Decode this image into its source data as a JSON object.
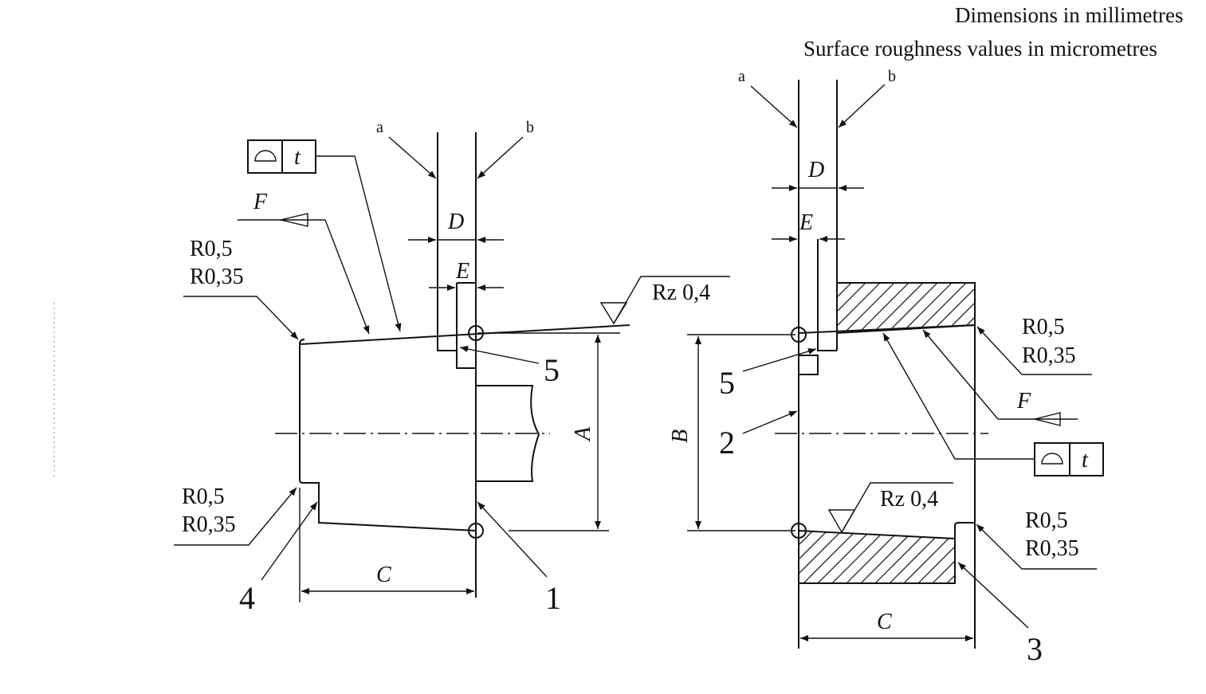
{
  "header": {
    "dimensions_note": "Dimensions in millimetres",
    "roughness_note": "Surface roughness values in micrometres"
  },
  "left_view": {
    "dim_A": "A",
    "dim_C": "C",
    "dim_D": "D",
    "dim_E": "E",
    "force": "F",
    "tolerance_symbol": "profile-of-surface-icon",
    "tolerance_value": "t",
    "roughness": "Rz 0,4",
    "radius_top_1": "R0,5",
    "radius_top_2": "R0,35",
    "radius_bottom_1": "R0,5",
    "radius_bottom_2": "R0,35",
    "ref_a": "a",
    "ref_b": "b",
    "callout_1": "1",
    "callout_4": "4",
    "callout_5": "5"
  },
  "right_view": {
    "dim_B": "B",
    "dim_C": "C",
    "dim_D": "D",
    "dim_E": "E",
    "force": "F",
    "tolerance_symbol": "profile-of-surface-icon",
    "tolerance_value": "t",
    "roughness": "Rz 0,4",
    "radius_top_1": "R0,5",
    "radius_top_2": "R0,35",
    "radius_bottom_1": "R0,5",
    "radius_bottom_2": "R0,35",
    "ref_a": "a",
    "ref_b": "b",
    "callout_2": "2",
    "callout_3": "3",
    "callout_5": "5"
  }
}
